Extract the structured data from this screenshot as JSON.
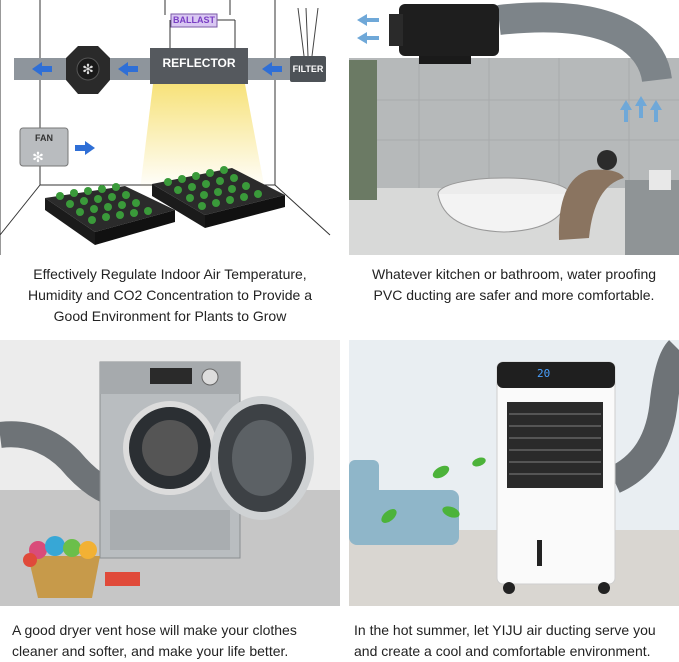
{
  "panels": [
    {
      "id": "grow-room",
      "labels": {
        "ballast": "BALLAST",
        "reflector": "REFLECTOR",
        "filter": "FILTER",
        "fan": "FAN"
      },
      "caption": [
        "Effectively Regulate Indoor Air Temperature,",
        "Humidity and CO2 Concentration to Provide a",
        "Good Environment for Plants to Grow"
      ]
    },
    {
      "id": "bathroom",
      "caption": [
        "Whatever kitchen or bathroom, water proofing",
        "PVC ducting are safer and more comfortable."
      ]
    },
    {
      "id": "dryer",
      "caption": [
        "A good dryer vent hose will make your clothes",
        "cleaner and softer, and make your life better."
      ]
    },
    {
      "id": "air-cooler",
      "display": "20",
      "caption": [
        "In the hot summer, let YIJU air ducting serve you",
        "and create a cool and comfortable environment."
      ]
    }
  ],
  "colors": {
    "arrow": "#2f6fd6",
    "duct": "#8e959c",
    "grow_light": "#f7e27a",
    "tray": "#2b2b2b",
    "plant": "#3a9a3a"
  }
}
